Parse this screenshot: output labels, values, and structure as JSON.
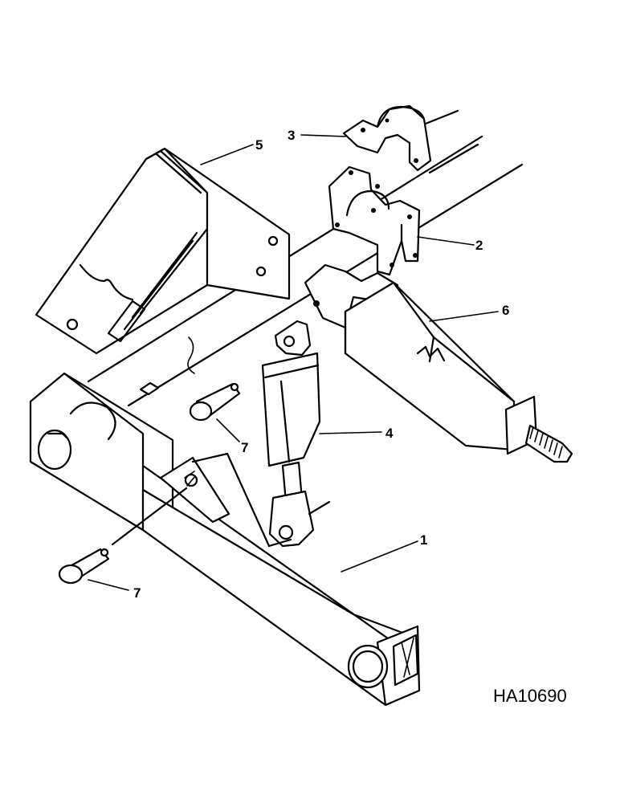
{
  "callouts": {
    "c1": "1",
    "c2": "2",
    "c3": "3",
    "c4": "4",
    "c5": "5",
    "c6": "6",
    "c7a": "7",
    "c7b": "7"
  },
  "drawing_code": "HA10690"
}
